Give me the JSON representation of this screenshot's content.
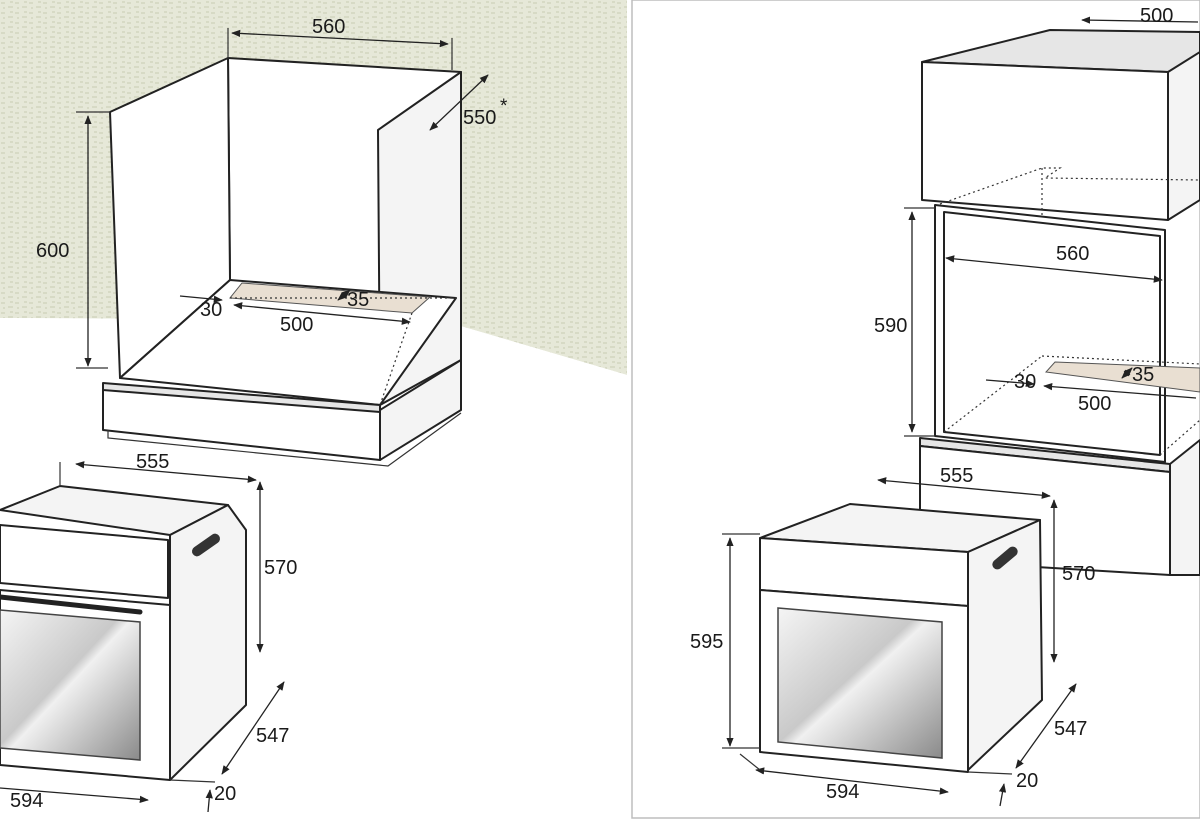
{
  "left_panel": {
    "cabinet": {
      "width": "560",
      "depth": "550",
      "depth_note": "*",
      "height": "600",
      "vent_offset": "30",
      "vent_depth": "35",
      "vent_width": "500"
    },
    "oven": {
      "width": "555",
      "height": "570",
      "depth": "547",
      "front_width": "594",
      "front_thickness": "20"
    }
  },
  "right_panel": {
    "cabinet": {
      "top_depth": "500",
      "width": "560",
      "height": "590",
      "vent_offset": "30",
      "vent_depth": "35",
      "vent_width": "500"
    },
    "oven": {
      "width": "555",
      "height": "570",
      "front_height": "595",
      "depth": "547",
      "front_width": "594",
      "front_thickness": "20"
    }
  },
  "colors": {
    "wall": "#e6e8d8",
    "wall_speckle": "#d2d5bf",
    "vent": "#e9dfd2",
    "line": "#222222",
    "glass_light": "#f5f5f5",
    "glass_dark": "#8a8a8a"
  }
}
